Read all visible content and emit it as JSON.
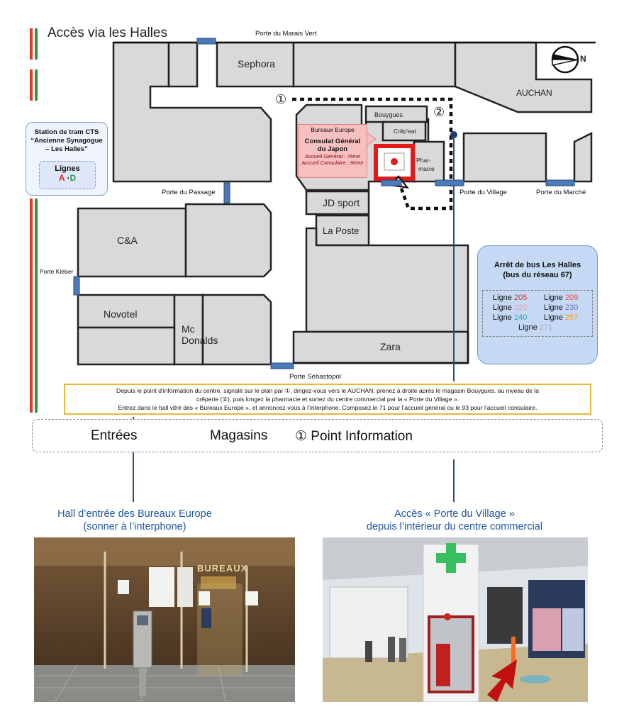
{
  "map": {
    "title": "Accès via les Halles",
    "gates": {
      "marais_vert": "Porte du Marais Vert",
      "passage": "Porte du Passage",
      "kleber": "Porte  Kléber",
      "village": "Porte du Village",
      "marche": "Porte du Marché",
      "sebastopol": "Porte Sébastopol"
    },
    "stores": {
      "sephora": "Sephora",
      "auchan": "AUCHAN",
      "bouygues": "Bouygues",
      "crepeat": "Crêp'eat",
      "pharmacie_1": "Phar-",
      "pharmacie_2": "macie",
      "jd_sport": "JD sport",
      "la_poste": "La Poste",
      "ca": "C&A",
      "novotel": "Novotel",
      "mcdonalds_1": "Mc",
      "mcdonalds_2": "Donalds",
      "zara": "Zara",
      "bureaux_europe": "Bureaux Europe"
    },
    "consulate": {
      "title_1": "Consulat Général",
      "title_2": "du Japon",
      "general": "Accueil Général : 7ème",
      "consular": "Accueil Consulaire : 9ème"
    },
    "markers": {
      "info_1": "①",
      "info_2": "②"
    },
    "compass": {
      "label": "N"
    }
  },
  "tram": {
    "title_1": "Station de tram CTS",
    "title_2": "“Ancienne Synagogue",
    "title_3": "– Les Halles”",
    "lignes": "Lignes",
    "line_a": "A",
    "sep": " ·",
    "line_d": "D",
    "color_a": "#e02020",
    "color_d": "#21a84a"
  },
  "bus": {
    "title_1": "Arrêt de bus Les Halles",
    "title_2": "(bus du réseau 67)",
    "lines": [
      {
        "prefix": "Ligne ",
        "num": "205",
        "color": "#e03030"
      },
      {
        "prefix": "Ligne ",
        "num": "209",
        "color": "#e05050"
      },
      {
        "prefix": "Ligne ",
        "num": "220",
        "color": "#e8a0a8"
      },
      {
        "prefix": "Ligne ",
        "num": "230",
        "color": "#7a6ab0"
      },
      {
        "prefix": "Ligne ",
        "num": "240",
        "color": "#2aa3b8"
      },
      {
        "prefix": "Ligne ",
        "num": "257",
        "color": "#f0a020"
      },
      {
        "prefix": "Ligne ",
        "num": "271",
        "color": "#b0a8d0"
      }
    ]
  },
  "info_text": {
    "line_1": "Depuis le point d'information du centre, signalé sur le plan par ①, dirigez-vous vers le AUCHAN, prenez à droite après le magasin Bouygues, au niveau de la",
    "line_2": "crêperie (②), puis longez la pharmacie et sortez du centre commercial par la « Porte du Village ».",
    "line_3": "Entrez dans le hall vitré des « Bureaux Europe », et annoncez-vous à l’interphone. Composez le 71 pour l’accueil général ou le 93 pour l’accueil consulaire."
  },
  "legend": {
    "entrees": "Entrées",
    "magasins": "Magasins",
    "info": "① Point Information"
  },
  "photos": {
    "left_caption_1": "Hall d’entrée des Bureaux Europe",
    "left_caption_2": "(sonner à l’interphone)",
    "right_caption_1": "Accès « Porte du Village »",
    "right_caption_2": "depuis l’intérieur du centre commercial",
    "sign_text": "BUREAUX"
  },
  "colors": {
    "store_fill": "#d9d9d9",
    "entrance_blue": "#4a7ab8",
    "route": "#111111",
    "consulate_red": "#e11b1b",
    "tram_red": "#e03a2a",
    "tram_green": "#2a9a3a",
    "caption_blue": "#1f55a0"
  }
}
